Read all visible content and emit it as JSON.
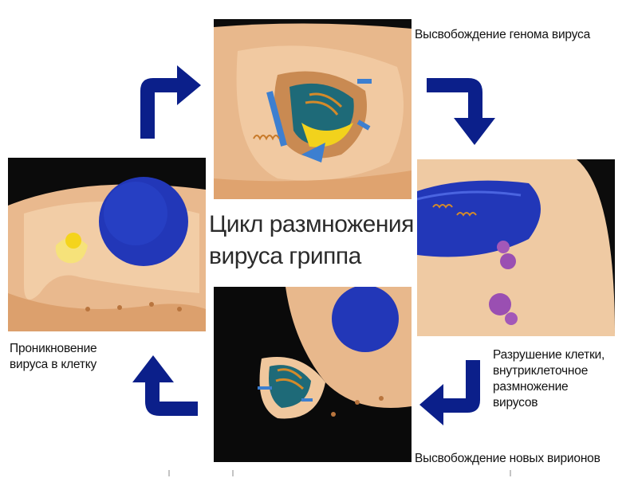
{
  "title": "Цикл размножения\nвируса гриппа",
  "captions": {
    "release_genome": "Высвобождение генома вируса",
    "penetration": "Проникновение\nвируса в клетку",
    "destruction": "Разрушение клетки,\nвнутриклеточное\nразмножение\nвирусов",
    "release_virions": "Высвобождение новых вирионов"
  },
  "colors": {
    "arrow": "#0b1f8a",
    "cell": "#e7b589",
    "nucleus": "#2237b8",
    "background_dark": "#0a0a0a"
  },
  "icons": [
    "cycle-arrow-up-right",
    "cycle-arrow-right-down",
    "cycle-arrow-down-left",
    "cycle-arrow-left-up"
  ]
}
